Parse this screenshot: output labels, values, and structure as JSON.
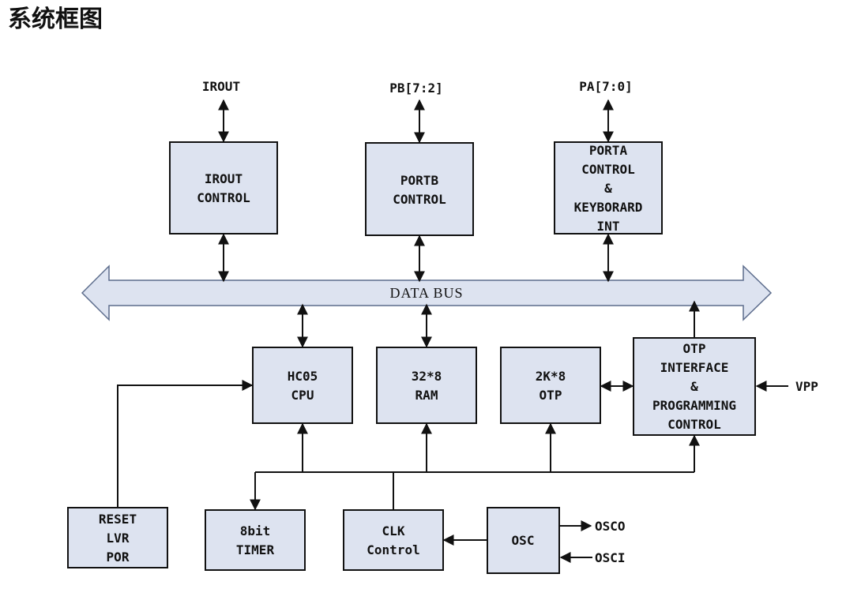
{
  "title": "系统框图",
  "bus": {
    "label": "DATA BUS"
  },
  "blocks": {
    "irout": {
      "lines": [
        "IROUT",
        "CONTROL"
      ]
    },
    "portb": {
      "lines": [
        "PORTB",
        "CONTROL"
      ]
    },
    "porta": {
      "lines": [
        "PORTA",
        "CONTROL",
        "&",
        "KEYBORARD",
        "INT"
      ]
    },
    "cpu": {
      "lines": [
        "HC05",
        "CPU"
      ]
    },
    "ram": {
      "lines": [
        "32*8",
        "RAM"
      ]
    },
    "otp": {
      "lines": [
        "2K*8",
        "OTP"
      ]
    },
    "otp_if": {
      "lines": [
        "OTP",
        "INTERFACE",
        "&",
        "PROGRAMMING",
        "CONTROL"
      ]
    },
    "reset": {
      "lines": [
        "RESET",
        "LVR",
        "POR"
      ]
    },
    "timer": {
      "lines": [
        "8bit",
        "TIMER"
      ]
    },
    "clk": {
      "lines": [
        "CLK",
        "Control"
      ]
    },
    "osc": {
      "lines": [
        "OSC"
      ]
    }
  },
  "signals": {
    "irout": "IROUT",
    "pb": "PB[7:2]",
    "pa": "PA[7:0]",
    "vpp": "VPP",
    "osco": "OSCO",
    "osci": "OSCI"
  }
}
